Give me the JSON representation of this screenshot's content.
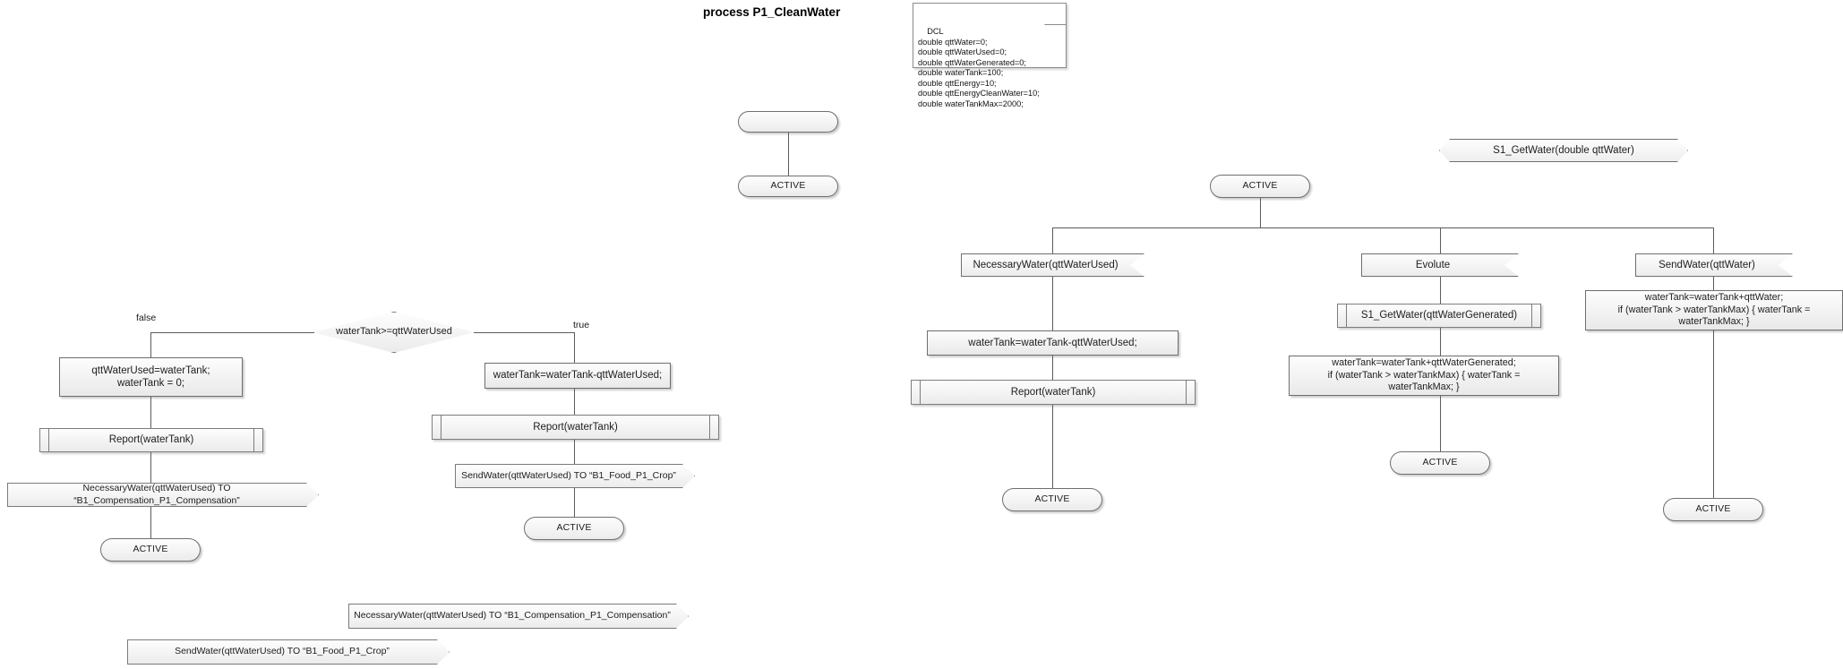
{
  "diagram": {
    "title": "process P1_CleanWater",
    "declaration_note": "DCL\ndouble qttWater=0;\ndouble qttWaterUsed=0;\ndouble qttWaterGenerated=0;\ndouble waterTank=100;\ndouble qttEnergy=10;\ndouble qttEnergyCleanWater=10;\ndouble waterTankMax=2000;",
    "colors": {
      "node_border": "#6e6e6e",
      "node_fill_top": "#fdfdfd",
      "node_fill_bottom": "#e9e9e9",
      "connector": "#5b5b5b",
      "text": "#1a1a1a",
      "canvas": "#ffffff"
    }
  },
  "procedure_branch": {
    "start_state": "",
    "start_state_label": "ACTIVE",
    "decision": "waterTank>=qttWaterUsed",
    "label_false": "false",
    "label_true": "true",
    "false_path": {
      "task": "qttWaterUsed=waterTank;\nwaterTank = 0;",
      "procedure": "Report(waterTank)",
      "output": "NecessaryWater(qttWaterUsed) TO “B1_Compensation_P1_Compensation”",
      "state": "ACTIVE"
    },
    "true_path": {
      "task": "waterTank=waterTank-qttWaterUsed;",
      "procedure": "Report(waterTank)",
      "output": "SendWater(qttWaterUsed) TO “B1_Food_P1_Crop”",
      "state": "ACTIVE"
    }
  },
  "loose_shapes": [
    {
      "name": "necessary-water-output",
      "text": "NecessaryWater(qttWaterUsed) TO “B1_Compensation_P1_Compensation”"
    },
    {
      "name": "send-water-output",
      "text": "SendWater(qttWaterUsed) TO “B1_Food_P1_Crop”"
    }
  ],
  "state_machine": {
    "state": "ACTIVE",
    "signal_route": "S1_GetWater(double qttWater)",
    "branches": [
      {
        "name": "necessary-water",
        "input": "NecessaryWater(qttWaterUsed)",
        "task": "waterTank=waterTank-qttWaterUsed;",
        "procedure": "Report(waterTank)",
        "state": "ACTIVE"
      },
      {
        "name": "evolute",
        "input": "Evolute",
        "procedure": "S1_GetWater(qttWaterGenerated)",
        "task": "waterTank=waterTank+qttWaterGenerated;\nif (waterTank > waterTankMax) { waterTank = waterTankMax; }",
        "state": "ACTIVE"
      },
      {
        "name": "send-water",
        "input": "SendWater(qttWater)",
        "task": "waterTank=waterTank+qttWater;\nif (waterTank > waterTankMax) { waterTank = waterTankMax; }",
        "state": "ACTIVE"
      }
    ]
  }
}
